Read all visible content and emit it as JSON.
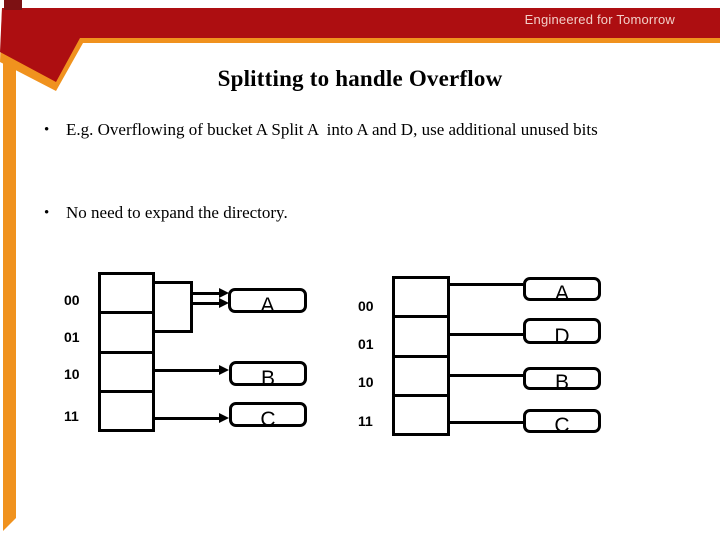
{
  "theme": {
    "banner_red": "#AD0E11",
    "banner_dark_red": "#7D1113",
    "accent_orange": "#F0921E",
    "tagline_color": "#F2CFC8",
    "ink": "#000000"
  },
  "header": {
    "tagline": "Engineered for Tomorrow"
  },
  "slide": {
    "title": "Splitting to handle Overflow",
    "bullets": [
      {
        "marker": "•",
        "text": "E.g. Overflowing of bucket A Split A  into A and D, use additional unused bits"
      },
      {
        "marker": "•",
        "text": "No need to expand the directory."
      }
    ]
  },
  "diagrams": {
    "before": {
      "directory_labels": [
        "00",
        "01",
        "10",
        "11"
      ],
      "buckets": [
        "A",
        "B",
        "C"
      ]
    },
    "after": {
      "directory_labels": [
        "00",
        "01",
        "10",
        "11"
      ],
      "buckets": [
        "A",
        "D",
        "B",
        "C"
      ]
    }
  }
}
